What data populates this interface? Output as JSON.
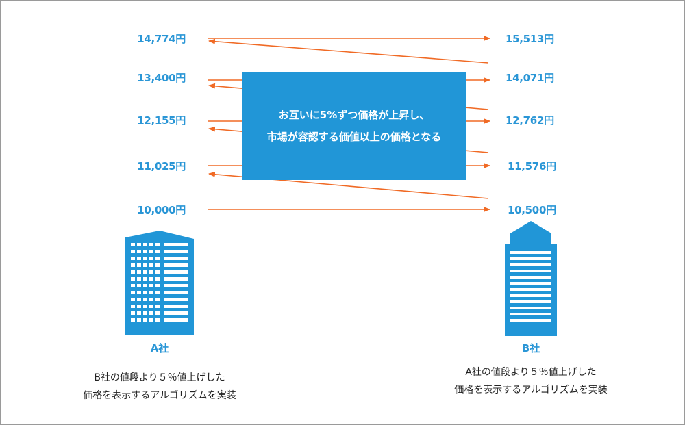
{
  "center_box": {
    "line1": "お互いに5%ずつ価格が上昇し、",
    "line2": "市場が容認する価値以上の価格となる"
  },
  "company_a": {
    "label": "A社",
    "prices": [
      "14,774円",
      "13,400円",
      "12,155円",
      "11,025円",
      "10,000円"
    ],
    "description_line1": "B社の値段より５％値上げした",
    "description_line2": "価格を表示するアルゴリズムを実装"
  },
  "company_b": {
    "label": "B社",
    "prices": [
      "15,513円",
      "14,071円",
      "12,762円",
      "11,576円",
      "10,500円"
    ],
    "description_line1": "A社の値段より５％値上げした",
    "description_line2": "価格を表示するアルゴリズムを実装"
  },
  "colors": {
    "arrow": "#f06a25",
    "price_text": "#2a96d6",
    "box": "#2196d7",
    "building": "#2196d7"
  },
  "icons": [
    "building-icon",
    "building-icon"
  ]
}
